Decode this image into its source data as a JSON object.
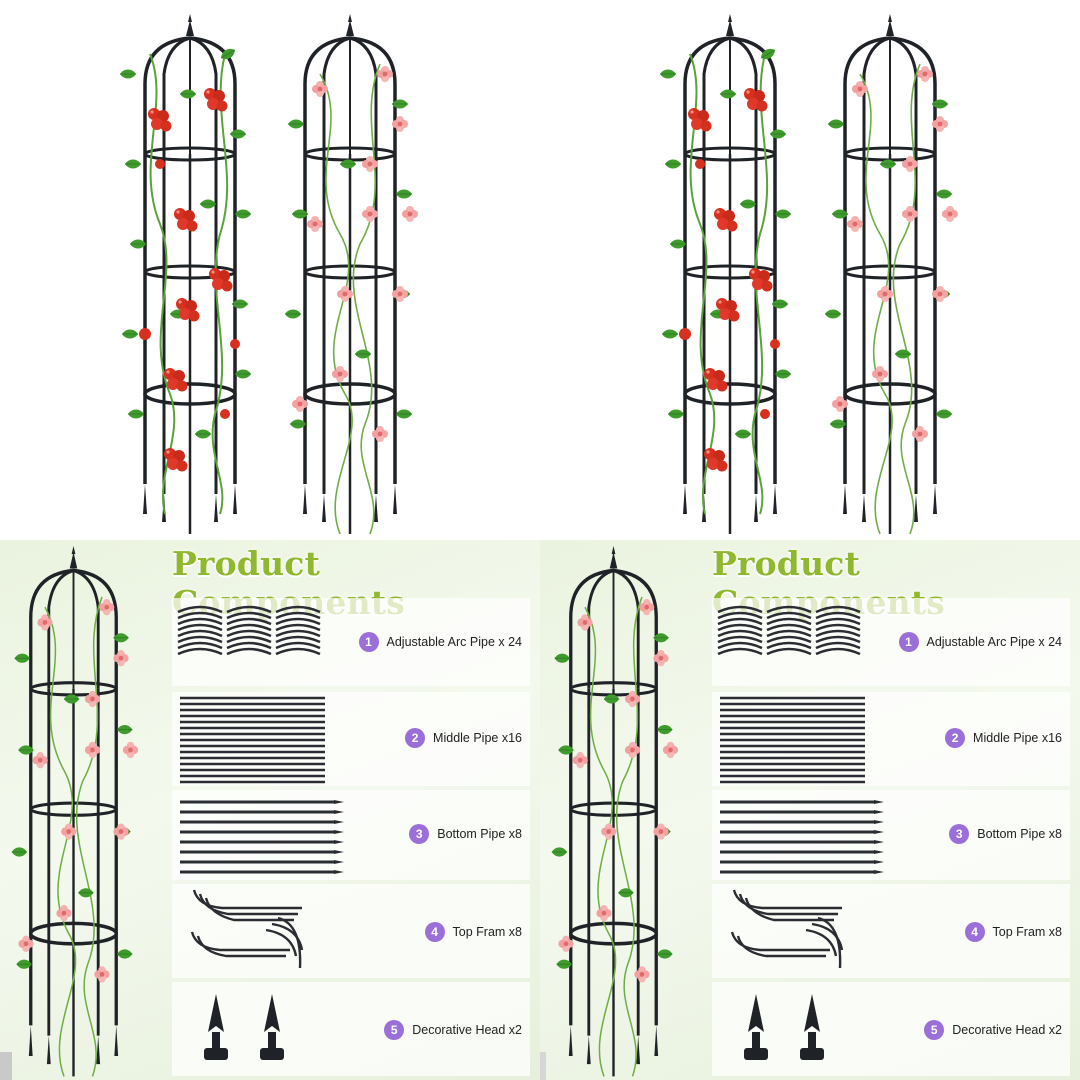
{
  "sections": {
    "top_left": {
      "name": "trellis-pair-photo-left"
    },
    "top_right": {
      "name": "trellis-pair-photo-right"
    },
    "bottom_left": {
      "title": "Product Components",
      "components": [
        {
          "num": "1",
          "text": "Adjustable Arc Pipe x 24",
          "icon": "arc-pipe-icon"
        },
        {
          "num": "2",
          "text": "Middle Pipe x16",
          "icon": "middle-pipe-icon"
        },
        {
          "num": "3",
          "text": "Bottom Pipe x8",
          "icon": "bottom-pipe-icon"
        },
        {
          "num": "4",
          "text": "Top Fram x8",
          "icon": "top-frame-icon"
        },
        {
          "num": "5",
          "text": "Decorative Head x2",
          "icon": "decorative-head-icon"
        }
      ]
    },
    "bottom_right": {
      "title": "Product Components",
      "components": [
        {
          "num": "1",
          "text": "Adjustable Arc Pipe x 24",
          "icon": "arc-pipe-icon"
        },
        {
          "num": "2",
          "text": "Middle Pipe x16",
          "icon": "middle-pipe-icon"
        },
        {
          "num": "3",
          "text": "Bottom Pipe x8",
          "icon": "bottom-pipe-icon"
        },
        {
          "num": "4",
          "text": "Top Fram x8",
          "icon": "top-frame-icon"
        },
        {
          "num": "5",
          "text": "Decorative Head x2",
          "icon": "decorative-head-icon"
        }
      ]
    }
  },
  "colors": {
    "title_green": "#8fb82f",
    "badge_purple": "#9b6fd9",
    "frame_black": "#1f2327",
    "leaf_green": "#3f9b2c",
    "tomato_red": "#d8301e",
    "flower_pink": "#f4a3a3"
  }
}
